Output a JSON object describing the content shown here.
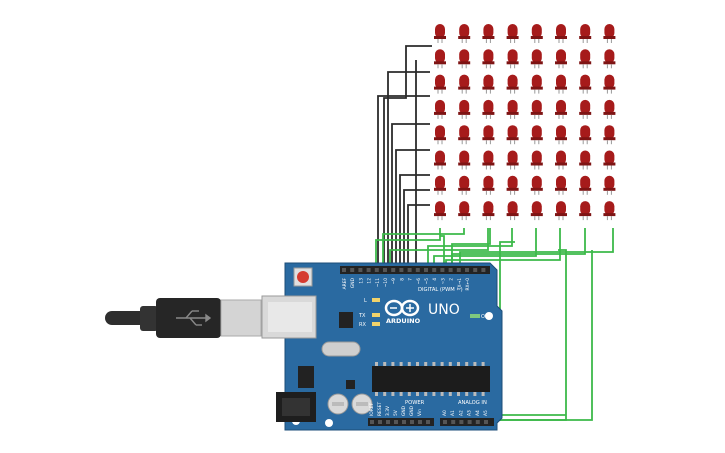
{
  "circuit": {
    "board_brand": "ARDUINO",
    "board_model": "UNO",
    "header_digital": "DIGITAL (PWM ~)",
    "header_power": "POWER",
    "header_analog": "ANALOG IN",
    "header_on": "ON",
    "label_l": "L",
    "label_tx": "TX",
    "label_rx": "RX",
    "digital_pins": [
      "AREF",
      "GND",
      "13",
      "12",
      "~11",
      "~10",
      "~9",
      "8",
      "7",
      "~6",
      "~5",
      "4",
      "~3",
      "2",
      "TX→1",
      "RX←0"
    ],
    "power_pins": [
      "IOREF",
      "RESET",
      "3.3V",
      "5V",
      "GND",
      "GND",
      "Vin"
    ],
    "analog_pins": [
      "A0",
      "A1",
      "A2",
      "A3",
      "A4",
      "A5"
    ]
  },
  "led_matrix": {
    "rows": 8,
    "cols": 8,
    "led_color": "#a61b1b"
  },
  "colors": {
    "board": "#2a6aa1",
    "board_edge": "#1c4e78",
    "wire_black": "#2b2b2b",
    "wire_green": "#3db94a",
    "usb_cable": "#2e2e2e"
  }
}
